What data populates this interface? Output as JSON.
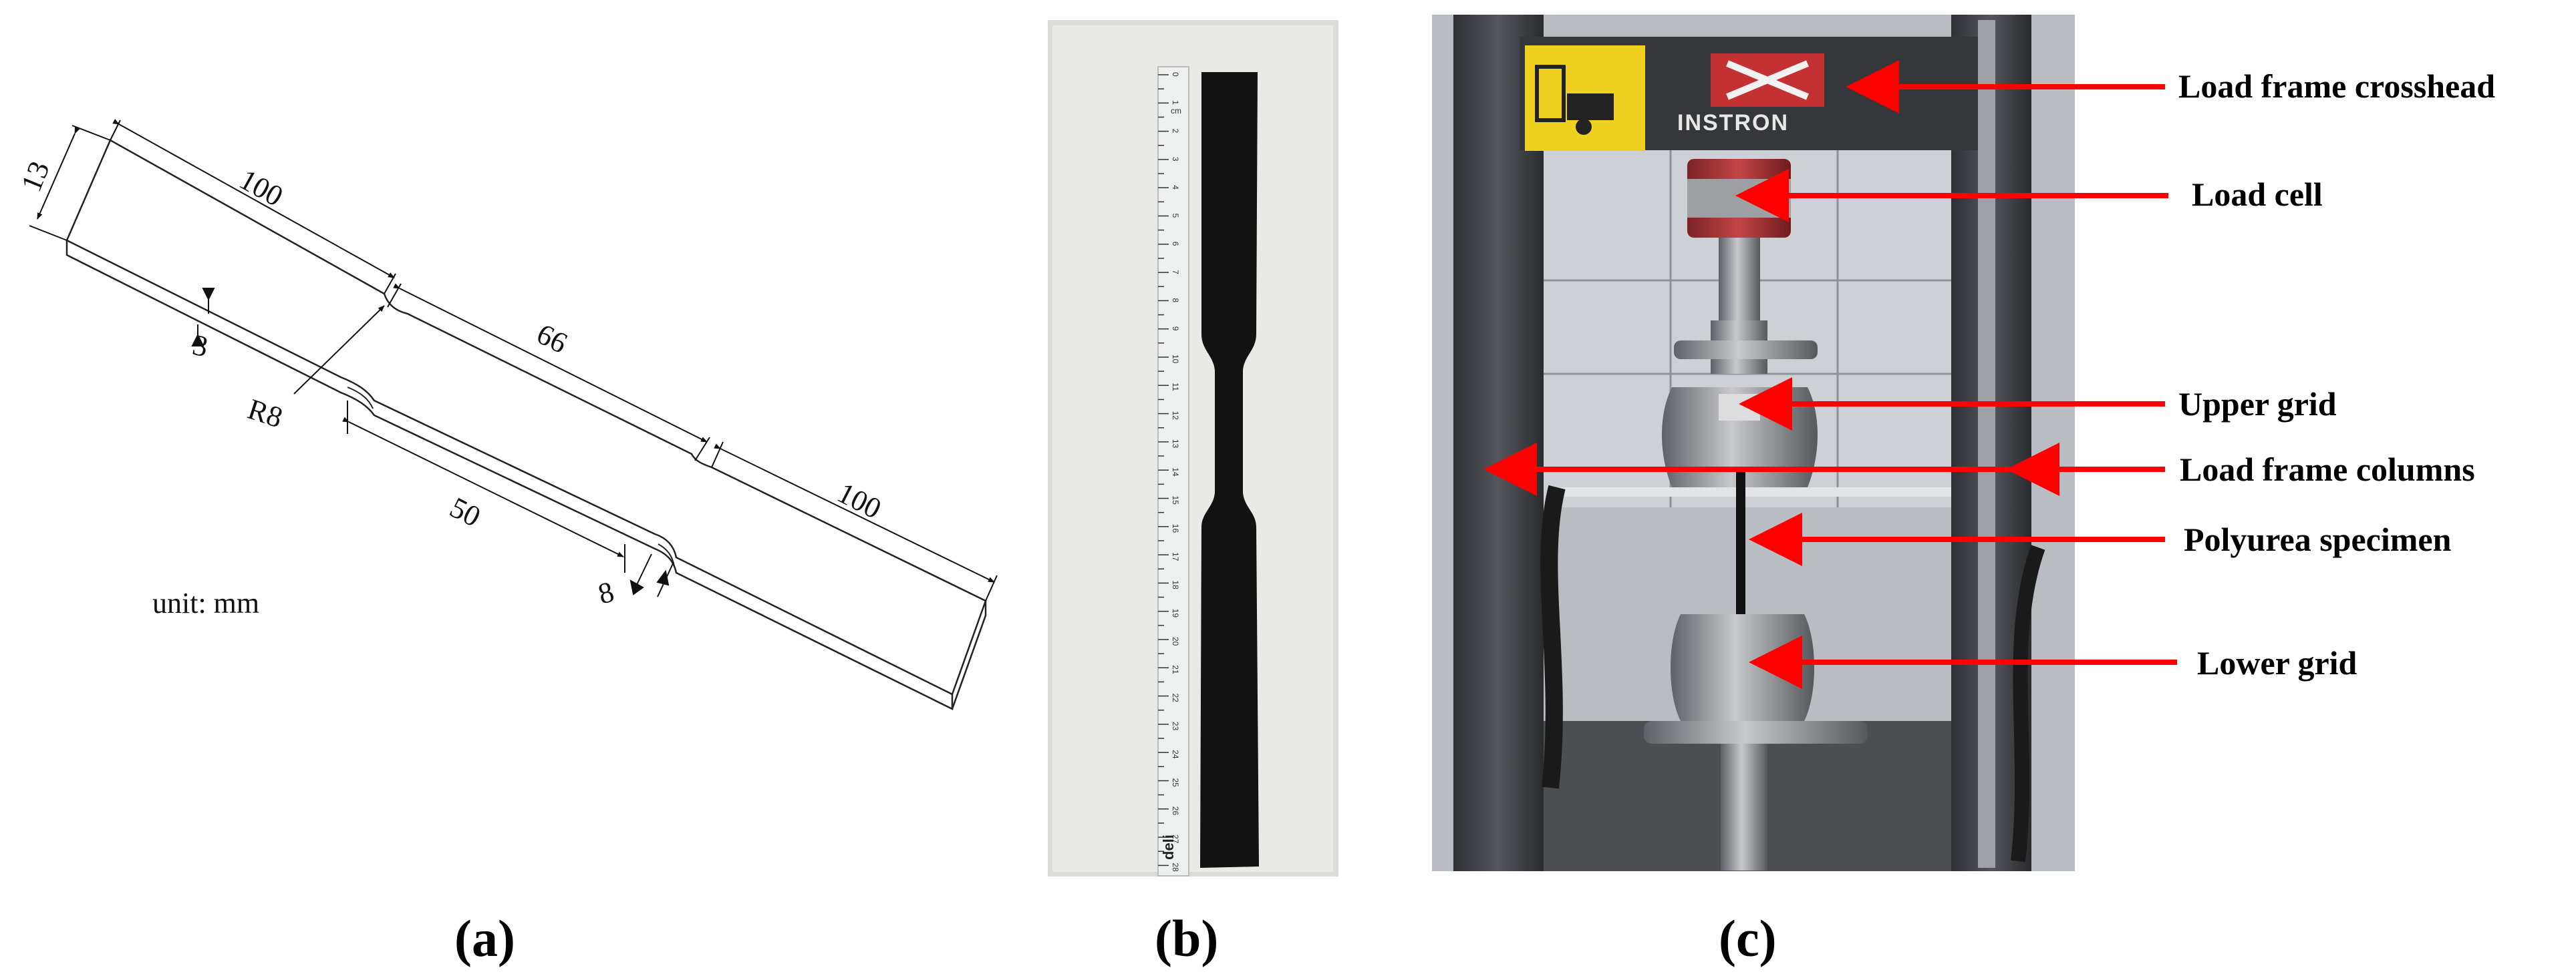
{
  "panel_a": {
    "label": "(a)",
    "unit": "unit: mm",
    "dims": {
      "width_end": "13",
      "length_left": "100",
      "gauge_length": "66",
      "length_right": "100",
      "thickness": "3",
      "radius": "R8",
      "gauge_inner": "50",
      "gauge_width": "8"
    }
  },
  "panel_b": {
    "label": "(b)",
    "ruler_brand": "deli",
    "ruler_unit": "cm",
    "ruler_numbers": [
      "0",
      "1",
      "2",
      "3",
      "4",
      "5",
      "6",
      "7",
      "8",
      "9",
      "10",
      "11",
      "12",
      "13",
      "14",
      "15",
      "16",
      "17",
      "18",
      "19",
      "20",
      "21",
      "22",
      "23",
      "24",
      "25",
      "26",
      "27",
      "28"
    ]
  },
  "panel_c": {
    "label": "(c)",
    "brand": "INSTRON",
    "callouts": {
      "crosshead": "Load frame crosshead",
      "load_cell": "Load cell",
      "upper_grid": "Upper grid",
      "columns": "Load frame columns",
      "specimen": "Polyurea specimen",
      "lower_grid": "Lower grid"
    }
  },
  "colors": {
    "arrow": "#ff0000",
    "frame_dark": "#3d3e42",
    "load_cell_red": "#b4383a",
    "specimen": "#121212"
  }
}
